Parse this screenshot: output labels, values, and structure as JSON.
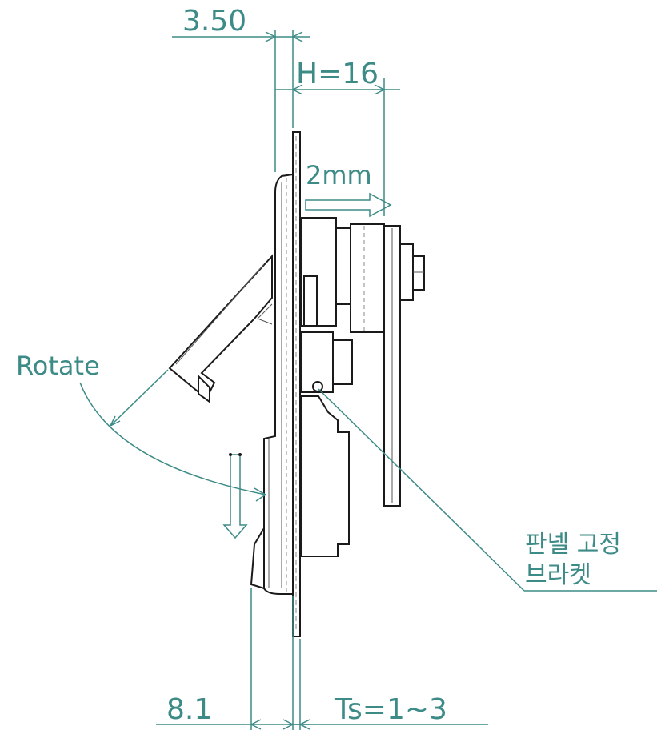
{
  "colors": {
    "annotation": "#3d8b87",
    "part_line": "#1a1a1a",
    "hidden_line": "#888888"
  },
  "dimensions": {
    "offset_top": "3.50",
    "height": "H=16",
    "offset_bottom": "8.1",
    "panel_thickness": "Ts=1~3"
  },
  "annotations": {
    "push_distance": "2mm",
    "rotate": "Rotate",
    "bracket_line1": "판넬 고정",
    "bracket_line2": "브라켓"
  }
}
